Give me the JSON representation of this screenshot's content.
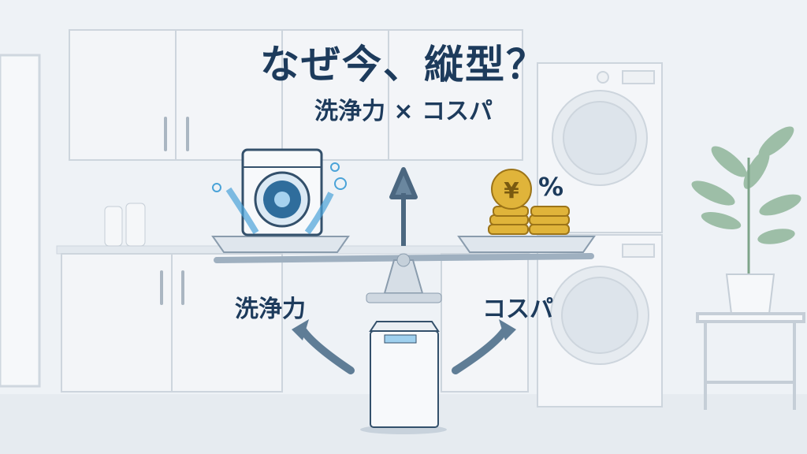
{
  "title": "なぜ今、縦型？",
  "subtitle": "洗浄力 × コスパ",
  "left_label": "洗浄力",
  "right_label": "コスパ",
  "coin_symbol": "¥",
  "percent_symbol": "%",
  "colors": {
    "text": "#1d3b5c",
    "background": "#eef2f6",
    "arrow": "#5f7d96",
    "coin": "#e0b43a",
    "water": "#4aa3d8"
  }
}
